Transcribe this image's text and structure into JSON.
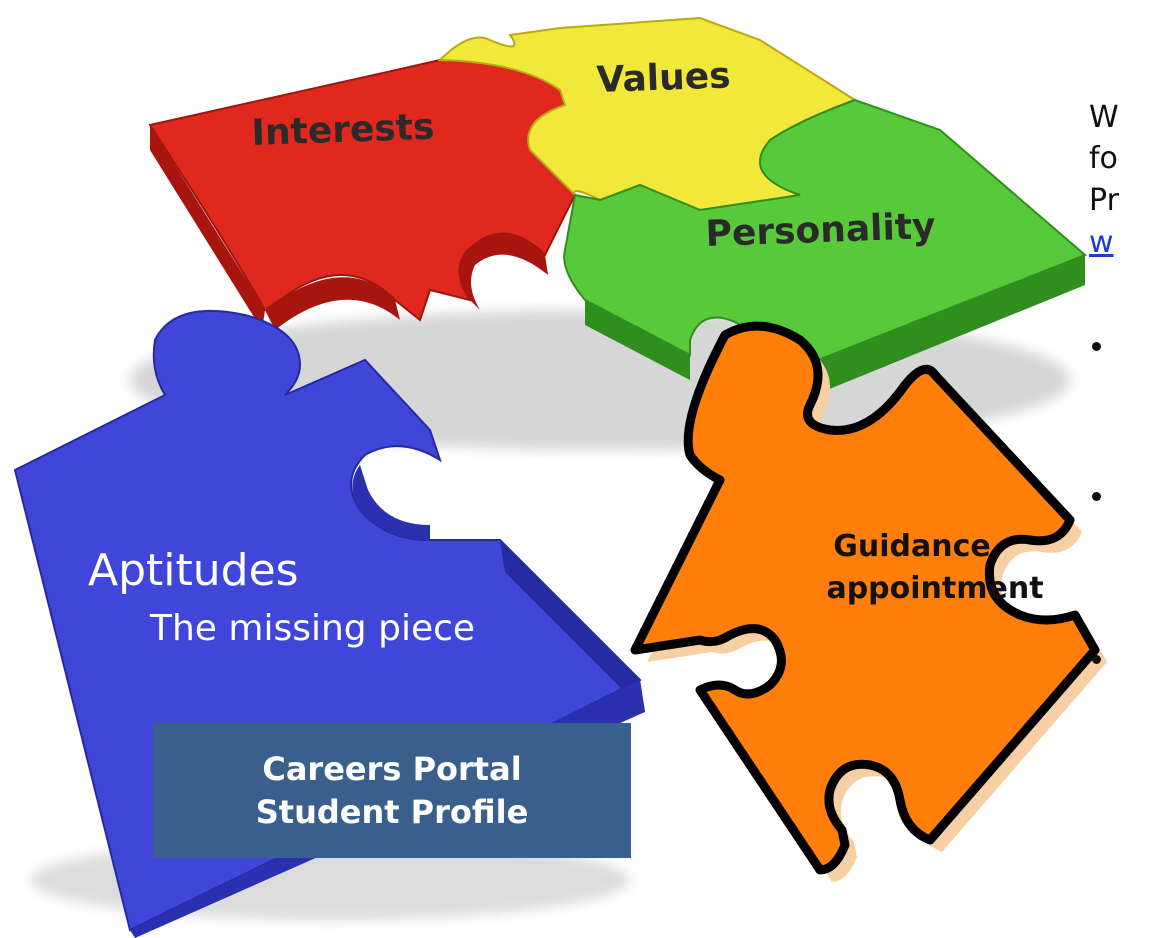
{
  "pieces": {
    "interests": "Interests",
    "values": "Values",
    "personality": "Personality",
    "aptitudes": "Aptitudes",
    "missing": "The missing piece",
    "guidance_line1": "Guidance",
    "guidance_line2": "appointment"
  },
  "portal_box": {
    "line1": "Careers Portal",
    "line2": "Student Profile"
  },
  "side_text": {
    "line1": "W",
    "line2": "fo",
    "line3": "Pr",
    "link": "w"
  },
  "colors": {
    "red_piece": "#e0281e",
    "yellow_piece": "#f2e83a",
    "green_piece": "#58c93a",
    "blue_piece": "#3f46d8",
    "orange_piece": "#ff7f0a",
    "portal_box": "#3a5f8c"
  }
}
